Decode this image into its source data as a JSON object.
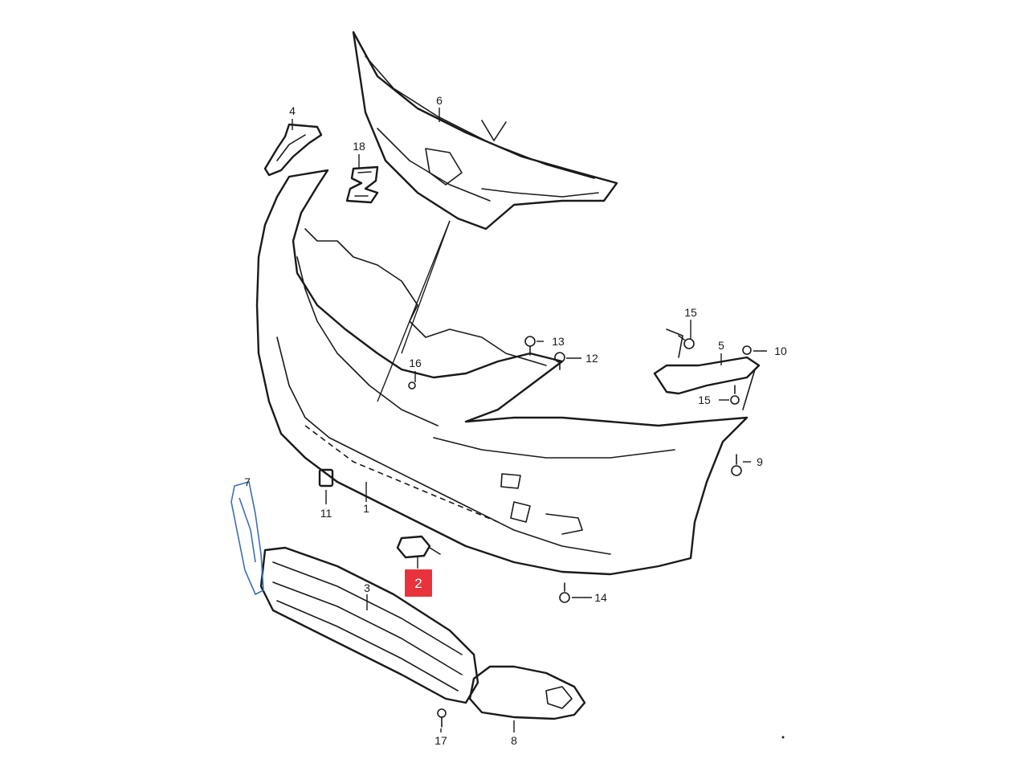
{
  "callouts": [
    {
      "id": "c1",
      "label": "1"
    },
    {
      "id": "c2",
      "label": "2",
      "highlighted": true
    },
    {
      "id": "c3",
      "label": "3"
    },
    {
      "id": "c4",
      "label": "4"
    },
    {
      "id": "c5",
      "label": "5"
    },
    {
      "id": "c6",
      "label": "6"
    },
    {
      "id": "c7",
      "label": "7"
    },
    {
      "id": "c8",
      "label": "8"
    },
    {
      "id": "c9",
      "label": "9"
    },
    {
      "id": "c10",
      "label": "10"
    },
    {
      "id": "c11",
      "label": "11"
    },
    {
      "id": "c12",
      "label": "12"
    },
    {
      "id": "c13",
      "label": "13"
    },
    {
      "id": "c14",
      "label": "14"
    },
    {
      "id": "c15a",
      "label": "15"
    },
    {
      "id": "c15b",
      "label": "15"
    },
    {
      "id": "c16",
      "label": "16"
    },
    {
      "id": "c17",
      "label": "17"
    },
    {
      "id": "c18",
      "label": "18"
    }
  ],
  "colors": {
    "line": "#1a1a1a",
    "highlight": "#e8323c",
    "highlight_text": "#ffffff",
    "accent_blue": "#3a6fb5",
    "background": "#ffffff"
  }
}
